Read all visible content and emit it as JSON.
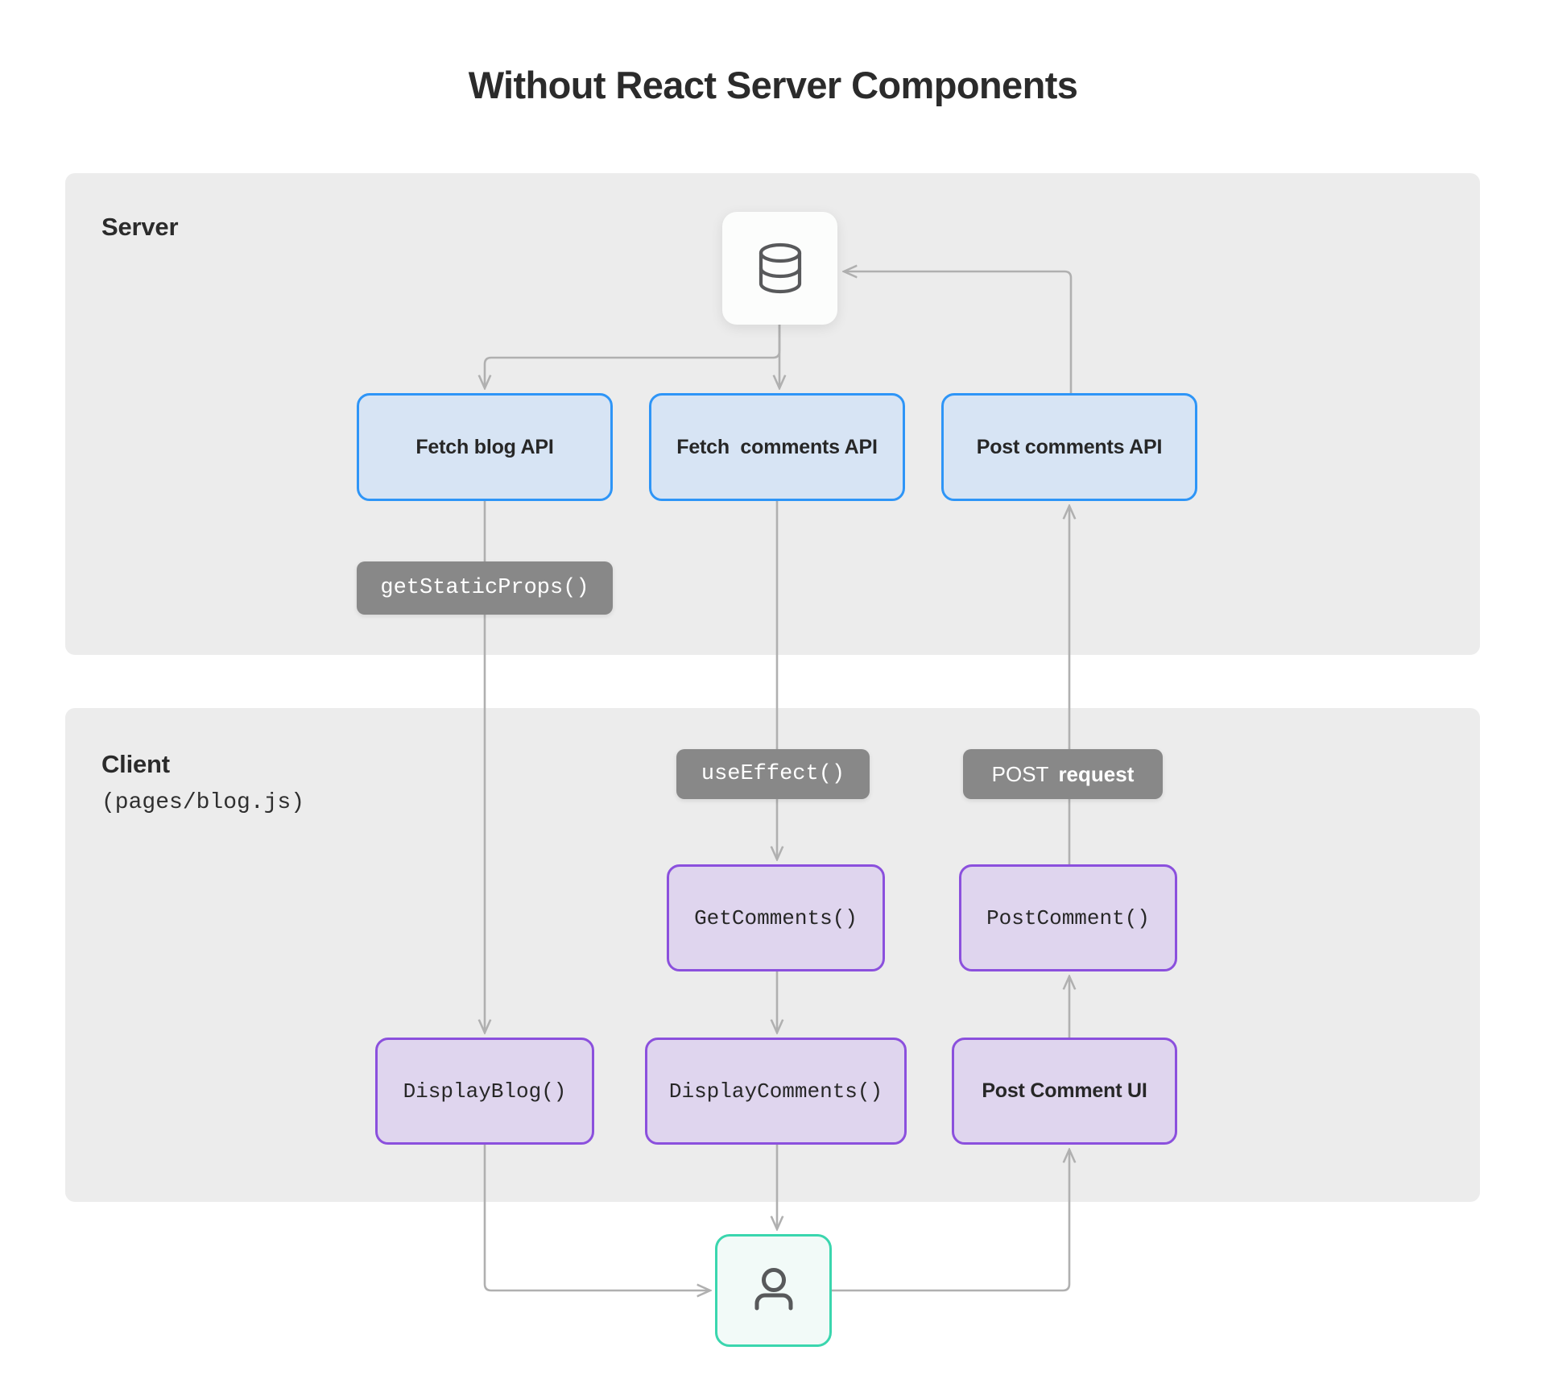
{
  "title": "Without React Server Components",
  "colors": {
    "api_fill": "#d7e4f4",
    "api_border": "#2e95f7",
    "component_fill": "#dfd5ee",
    "component_border": "#8b50dd",
    "pill_fill": "#888888",
    "lane_fill": "#ececec",
    "user_border": "#3ad6ae",
    "edge": "#b0b0b0",
    "background": "#ffffff"
  },
  "lanes": {
    "server": {
      "label": "Server"
    },
    "client": {
      "label": "Client",
      "sublabel": "(pages/blog.js)"
    }
  },
  "nodes": {
    "database": {
      "icon": "database-icon"
    },
    "user": {
      "icon": "user-icon"
    },
    "api": [
      {
        "id": "fetch-blog-api",
        "label": "Fetch blog API"
      },
      {
        "id": "fetch-comments-api",
        "label": "Fetch  comments API"
      },
      {
        "id": "post-comments-api",
        "label": "Post comments API"
      }
    ],
    "components": [
      {
        "id": "get-comments",
        "label": "GetComments()"
      },
      {
        "id": "post-comment",
        "label": "PostComment()"
      },
      {
        "id": "display-blog",
        "label": "DisplayBlog()"
      },
      {
        "id": "display-comments",
        "label": "DisplayComments()"
      },
      {
        "id": "post-comment-ui",
        "label": "Post Comment UI"
      }
    ]
  },
  "pills": [
    {
      "id": "get-static-props",
      "label": "getStaticProps()"
    },
    {
      "id": "use-effect",
      "label": "useEffect()"
    },
    {
      "id": "post-request",
      "label_plain": "POST",
      "label_bold": "request"
    }
  ],
  "edges": [
    {
      "from": "database",
      "to": "fetch-blog-api"
    },
    {
      "from": "database",
      "to": "fetch-comments-api"
    },
    {
      "from": "post-comments-api",
      "to": "database"
    },
    {
      "from": "fetch-blog-api",
      "to": "display-blog"
    },
    {
      "from": "fetch-comments-api",
      "to": "get-comments"
    },
    {
      "from": "get-comments",
      "to": "display-comments"
    },
    {
      "from": "post-comment",
      "to": "post-comments-api"
    },
    {
      "from": "display-comments",
      "to": "user"
    },
    {
      "from": "display-blog",
      "to": "user"
    },
    {
      "from": "user",
      "to": "post-comment-ui"
    },
    {
      "from": "post-comment-ui",
      "to": "post-comment"
    }
  ]
}
